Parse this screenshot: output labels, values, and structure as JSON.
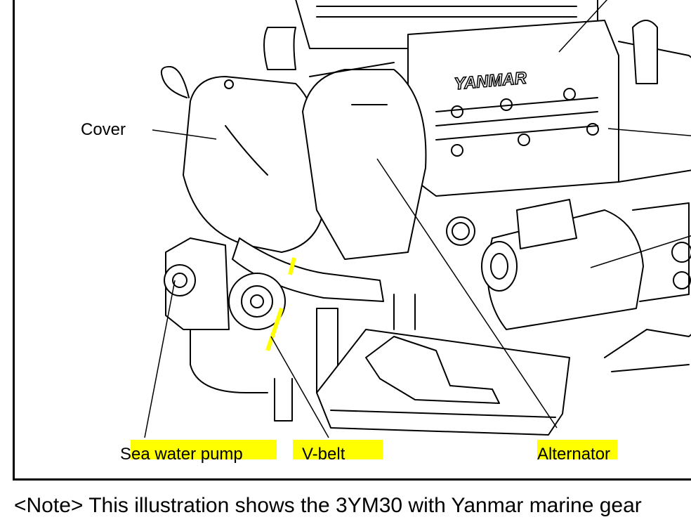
{
  "figure": {
    "labels": {
      "cover": "Cover",
      "sea_water_pump": "Sea water pump",
      "v_belt": "V-belt",
      "alternator": "Alternator"
    },
    "brand_plate": "YANMAR",
    "highlight_color": "#ffff00"
  },
  "note": "<Note> This illustration shows the 3YM30 with Yanmar marine gear"
}
